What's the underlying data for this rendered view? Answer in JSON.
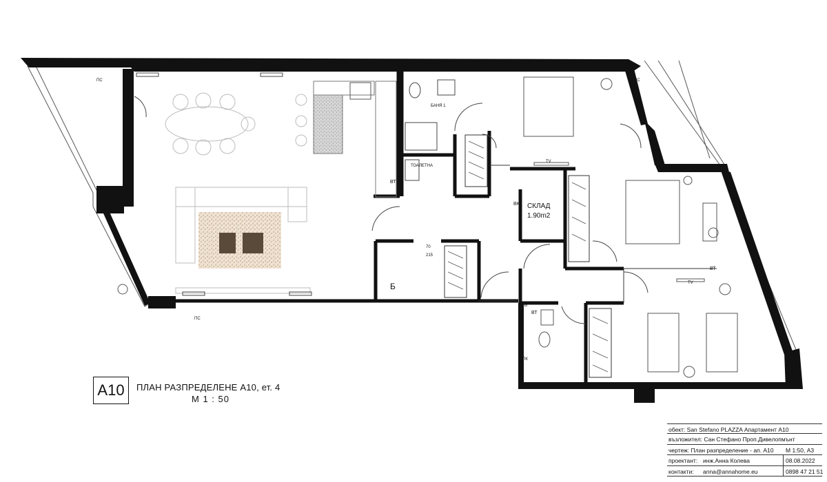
{
  "plan": {
    "code": "A10",
    "title": "ПЛАН РАЗПРЕДЕЛЕНЕ А10, ет. 4",
    "scale": "М   1 : 50"
  },
  "labels": {
    "bath": "БАНЯ 1",
    "toilet": "ТОАЛЕТНА",
    "storage": "СКЛАД",
    "storage_area": "1.90m2",
    "ps_top": "ПС",
    "ps_right": "ПС",
    "ps_bottom": "ПС",
    "vt1": "ВТ",
    "vk": "ВК",
    "vt2": "ВТ",
    "vt3": "ВТ",
    "ov": "ОВ",
    "tv1": "TV",
    "tv2": "TV",
    "pk": "ПК",
    "b_letter": "Б",
    "door_70": "70",
    "door_215": "215"
  },
  "stamp": {
    "object": "обект: San Stefano PLAZZA   Апартамент A10",
    "client": "възложител: Сан Стефано Проп.Дивелопмънт",
    "drawing_label": "чертеж: План разпределение - ап. А10",
    "drawing_scale": "М 1:50, А3",
    "designer_label": "проектант:",
    "designer": "инж.Анна Колева",
    "date": "08.08.2022",
    "contacts_label": "контакти:",
    "email": "anna@annahome.eu",
    "phone": "0898 47 21 51"
  },
  "colors": {
    "wall": "#111111",
    "line": "#333333",
    "furniture": "#bbbbbb",
    "rug": "#c9a27a",
    "counter": "#9a9a9a"
  }
}
